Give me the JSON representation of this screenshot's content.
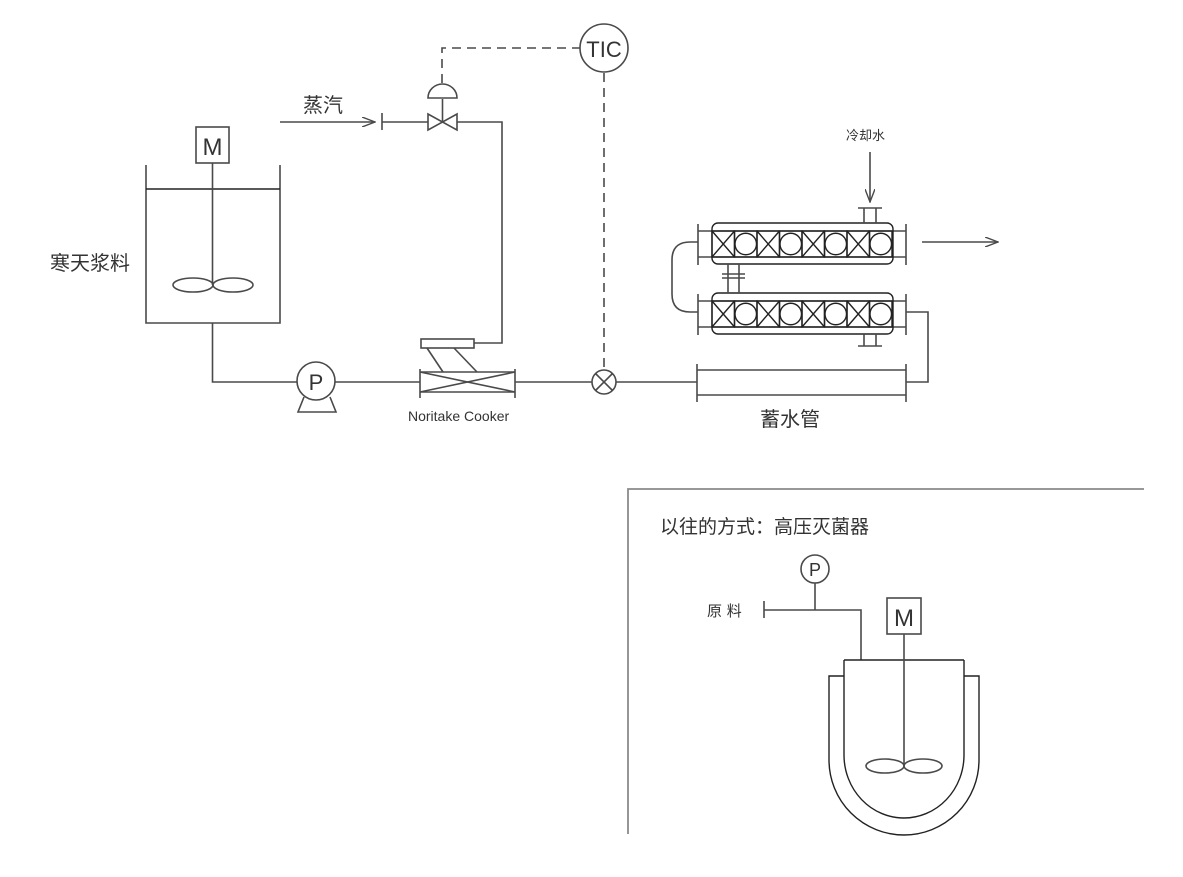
{
  "diagram": {
    "type": "process-flow",
    "main_process": {
      "tank_label": "寒天浆料",
      "tank_motor_label": "M",
      "pump_label": "P",
      "steam_label": "蒸汽",
      "controller_label": "TIC",
      "cooker_label": "Noritake Cooker",
      "cooling_water_label": "冷却水",
      "holding_tube_label": "蓄水管"
    },
    "inset": {
      "title": "以往的方式：高压灭菌器",
      "feed_label": "原 料",
      "gauge_label": "P",
      "motor_label": "M"
    },
    "colors": {
      "line": "#4a4a4a",
      "text": "#333333",
      "frame": "#8a8a8a",
      "background": "#ffffff"
    }
  }
}
